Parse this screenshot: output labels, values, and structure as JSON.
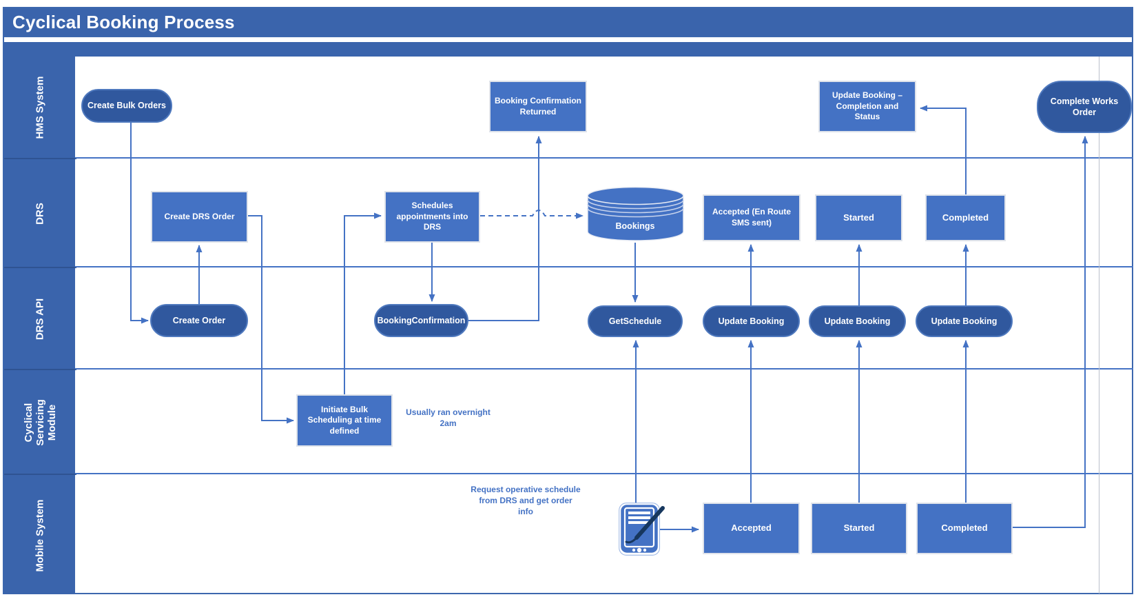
{
  "title": "Cyclical Booking Process",
  "lanes": [
    {
      "id": "hms",
      "label": "HMS System"
    },
    {
      "id": "drs",
      "label": "DRS"
    },
    {
      "id": "drs_api",
      "label": "DRS API"
    },
    {
      "id": "cyclical",
      "label": "Cyclical Servicing Module"
    },
    {
      "id": "mobile",
      "label": "Mobile System"
    }
  ],
  "nodes": {
    "create_bulk_orders": {
      "label": "Create Bulk Orders",
      "type": "pill",
      "lane": "HMS System"
    },
    "booking_confirmation_returned": {
      "label": "Booking Confirmation Returned",
      "type": "process",
      "lane": "HMS System"
    },
    "update_booking_completion": {
      "label": "Update Booking – Completion and Status",
      "type": "process",
      "lane": "HMS System"
    },
    "complete_works_order": {
      "label": "Complete Works Order",
      "type": "pill",
      "lane": "HMS System"
    },
    "create_drs_order": {
      "label": "Create DRS Order",
      "type": "process",
      "lane": "DRS"
    },
    "schedules_appointments": {
      "label": "Schedules appointments into DRS",
      "type": "process",
      "lane": "DRS"
    },
    "bookings": {
      "label": "Bookings",
      "type": "database",
      "lane": "DRS"
    },
    "accepted_en_route": {
      "label": "Accepted (En Route SMS sent)",
      "type": "process",
      "lane": "DRS"
    },
    "started_drs": {
      "label": "Started",
      "type": "process",
      "lane": "DRS"
    },
    "completed_drs": {
      "label": "Completed",
      "type": "process",
      "lane": "DRS"
    },
    "create_order": {
      "label": "Create Order",
      "type": "pill",
      "lane": "DRS API"
    },
    "booking_confirmation": {
      "label": "BookingConfirmation",
      "type": "pill",
      "lane": "DRS API"
    },
    "get_schedule": {
      "label": "GetSchedule",
      "type": "pill",
      "lane": "DRS API"
    },
    "update_booking_1": {
      "label": "Update Booking",
      "type": "pill",
      "lane": "DRS API"
    },
    "update_booking_2": {
      "label": "Update Booking",
      "type": "pill",
      "lane": "DRS API"
    },
    "update_booking_3": {
      "label": "Update Booking",
      "type": "pill",
      "lane": "DRS API"
    },
    "initiate_bulk": {
      "label": "Initiate Bulk Scheduling at time defined",
      "type": "process",
      "lane": "Cyclical Servicing Module"
    },
    "accepted_mobile": {
      "label": "Accepted",
      "type": "process",
      "lane": "Mobile System"
    },
    "started_mobile": {
      "label": "Started",
      "type": "process",
      "lane": "Mobile System"
    },
    "completed_mobile": {
      "label": "Completed",
      "type": "process",
      "lane": "Mobile System"
    }
  },
  "annotations": {
    "usually_ran": "Usually ran overnight 2am",
    "request_operative": "Request operative schedule from DRS and get order info"
  },
  "icons": {
    "device": "mobile-signature-device-icon",
    "database": "database-cylinder-icon"
  },
  "edges": [
    {
      "from": "create_bulk_orders",
      "to": "create_order",
      "style": "solid"
    },
    {
      "from": "create_order",
      "to": "create_drs_order",
      "style": "solid"
    },
    {
      "from": "create_drs_order",
      "to": "initiate_bulk",
      "style": "solid"
    },
    {
      "from": "initiate_bulk",
      "to": "schedules_appointments",
      "style": "solid"
    },
    {
      "from": "schedules_appointments",
      "to": "booking_confirmation",
      "style": "solid"
    },
    {
      "from": "booking_confirmation",
      "to": "booking_confirmation_returned",
      "style": "solid"
    },
    {
      "from": "schedules_appointments",
      "to": "bookings",
      "style": "dashed"
    },
    {
      "from": "bookings",
      "to": "get_schedule",
      "style": "solid"
    },
    {
      "from": "mobile_device",
      "to": "get_schedule",
      "style": "solid"
    },
    {
      "from": "mobile_device",
      "to": "accepted_mobile",
      "style": "solid"
    },
    {
      "from": "accepted_mobile",
      "to": "update_booking_1",
      "style": "solid"
    },
    {
      "from": "update_booking_1",
      "to": "accepted_en_route",
      "style": "solid"
    },
    {
      "from": "started_mobile",
      "to": "update_booking_2",
      "style": "solid"
    },
    {
      "from": "update_booking_2",
      "to": "started_drs",
      "style": "solid"
    },
    {
      "from": "completed_mobile",
      "to": "update_booking_3",
      "style": "solid"
    },
    {
      "from": "update_booking_3",
      "to": "completed_drs",
      "style": "solid"
    },
    {
      "from": "completed_drs",
      "to": "update_booking_completion",
      "style": "solid"
    },
    {
      "from": "completed_mobile",
      "to": "complete_works_order",
      "style": "solid"
    }
  ],
  "colors": {
    "header_blue": "#3a64ac",
    "process_fill": "#4472c4",
    "pill_fill": "#30589e",
    "connector": "#4472c4",
    "process_border": "#dfe3ea",
    "annotation_text": "#4472c4",
    "background": "#ffffff"
  }
}
